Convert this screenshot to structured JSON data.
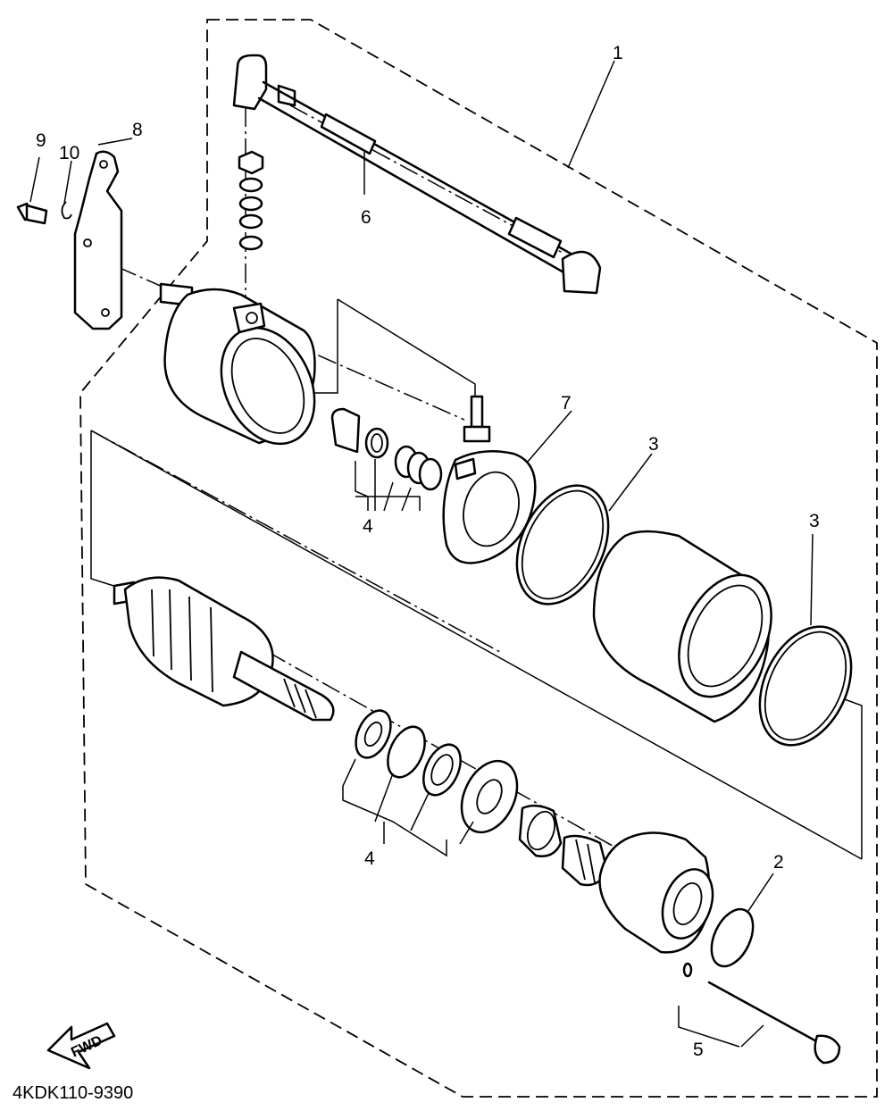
{
  "diagram": {
    "callouts": [
      "1",
      "2",
      "3",
      "3",
      "4",
      "4",
      "5",
      "6",
      "7",
      "8",
      "9",
      "10"
    ],
    "fwd_label": "FWD",
    "diagram_code": "4KDK110-9390"
  }
}
